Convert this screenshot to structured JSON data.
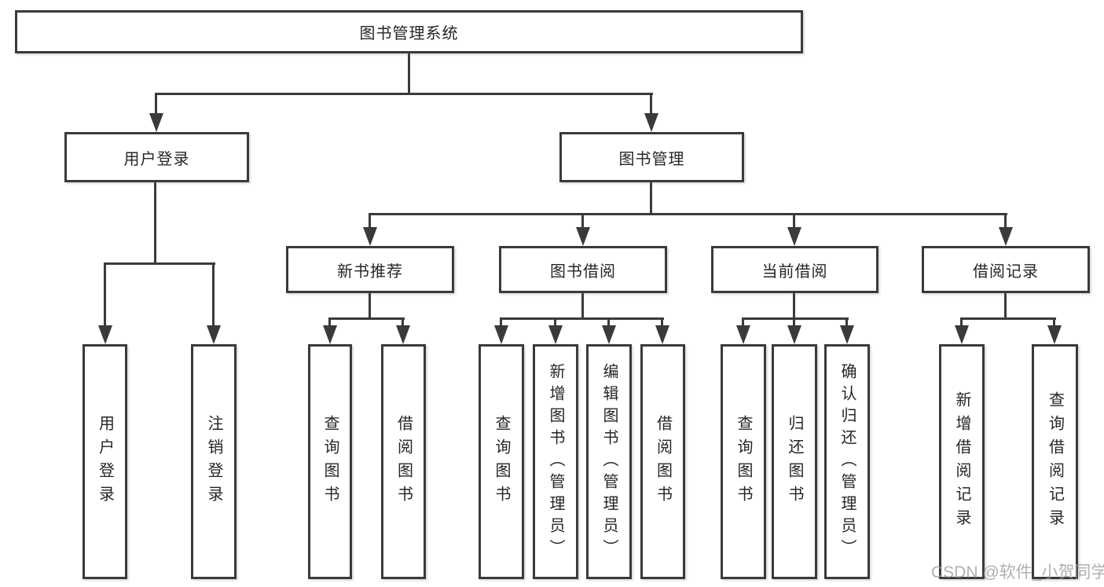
{
  "diagram_type": "hierarchy-tree",
  "colors": {
    "line": "#3a3a3a",
    "text": "#262626",
    "box_background": "#ffffff",
    "watermark": "#969696"
  },
  "nodes": {
    "root": {
      "label": "图书管理系统"
    },
    "user_login": {
      "label": "用户登录"
    },
    "book_management": {
      "label": "图书管理"
    },
    "new_book_recommend": {
      "label": "新书推荐"
    },
    "book_borrow": {
      "label": "图书借阅"
    },
    "current_borrow": {
      "label": "当前借阅"
    },
    "borrow_records": {
      "label": "借阅记录"
    },
    "leaf_user_login": {
      "label": "用户登录"
    },
    "leaf_logout": {
      "label": "注销登录"
    },
    "leaf_query_book_rec": {
      "label": "查询图书"
    },
    "leaf_borrow_book_rec": {
      "label": "借阅图书"
    },
    "leaf_query_book_borrow": {
      "label": "查询图书"
    },
    "leaf_add_book_admin": {
      "label": "新增图书（管理员）"
    },
    "leaf_edit_book_admin": {
      "label": "编辑图书（管理员）"
    },
    "leaf_borrow_book_borrow": {
      "label": "借阅图书"
    },
    "leaf_query_book_current": {
      "label": "查询图书"
    },
    "leaf_return_book": {
      "label": "归还图书"
    },
    "leaf_confirm_return_admin": {
      "label": "确认归还（管理员）"
    },
    "leaf_add_borrow_record": {
      "label": "新增借阅记录"
    },
    "leaf_query_borrow_record": {
      "label": "查询借阅记录"
    }
  },
  "hierarchy": {
    "图书管理系统": {
      "用户登录": [
        "用户登录",
        "注销登录"
      ],
      "图书管理": {
        "新书推荐": [
          "查询图书",
          "借阅图书"
        ],
        "图书借阅": [
          "查询图书",
          "新增图书（管理员）",
          "编辑图书（管理员）",
          "借阅图书"
        ],
        "当前借阅": [
          "查询图书",
          "归还图书",
          "确认归还（管理员）"
        ],
        "借阅记录": [
          "新增借阅记录",
          "查询借阅记录"
        ]
      }
    }
  },
  "watermark": {
    "text": "CSDN @软件_小贺同学"
  }
}
